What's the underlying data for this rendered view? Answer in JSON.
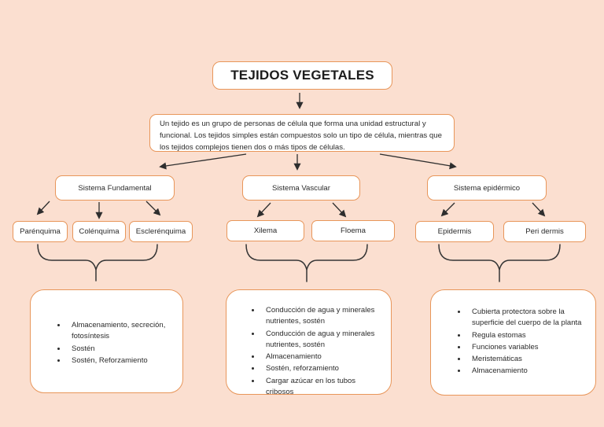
{
  "colors": {
    "background": "#fbdfd0",
    "box_border": "#e8965a",
    "box_fill": "#ffffff",
    "text": "#2b2b2b",
    "connector": "#2e2e2e"
  },
  "title": "TEJIDOS VEGETALES",
  "description": "Un tejido es un grupo de personas de célula que forma una unidad estructural y funcional. Los tejidos simples están compuestos solo un tipo de célula, mientras que los tejidos complejos tienen dos o más tipos de células.",
  "branches": [
    {
      "label": "Sistema Fundamental",
      "children": [
        "Parénquima",
        "Colénquima",
        "Esclerénquima"
      ],
      "functions": [
        "Almacenamiento, secreción, fotosíntesis",
        "Sostén",
        "Sostén, Reforzamiento"
      ]
    },
    {
      "label": "Sistema Vascular",
      "children": [
        "Xilema",
        "Floema"
      ],
      "functions": [
        "Conducción de agua y minerales nutrientes, sostén",
        "Conducción de agua y minerales nutrientes, sostén",
        "Almacenamiento",
        "Sostén, reforzamiento",
        "Cargar azúcar en los tubos cribosos"
      ]
    },
    {
      "label": "Sistema epidérmico",
      "children": [
        "Epidermis",
        "Peri dermis"
      ],
      "functions": [
        "Cubierta protectora sobre la superficie del cuerpo de la planta",
        "Regula estomas",
        "Funciones variables",
        "Meristemáticas",
        "Almacenamiento"
      ]
    }
  ]
}
